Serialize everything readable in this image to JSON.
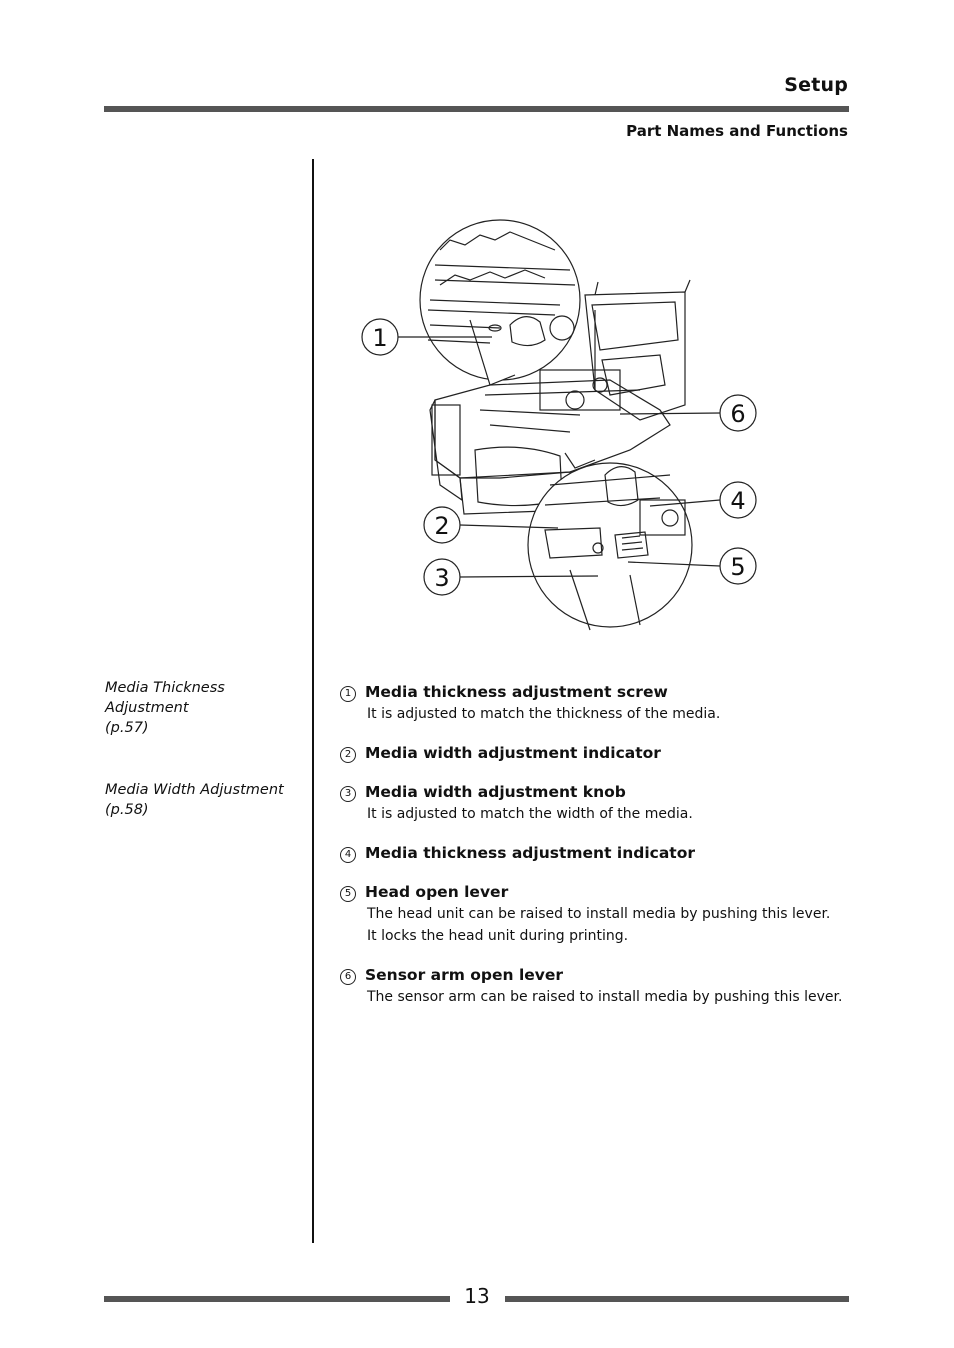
{
  "header": {
    "title": "Setup",
    "subtitle": "Part Names and Functions"
  },
  "figure": {
    "callouts": [
      "1",
      "2",
      "3",
      "4",
      "5",
      "6"
    ]
  },
  "side_refs": [
    {
      "line1": "Media Thickness Adjustment",
      "line2": "(p.57)"
    },
    {
      "line1": "Media Width Adjustment",
      "line2": "(p.58)"
    }
  ],
  "items": [
    {
      "num": "1",
      "title": "Media thickness adjustment screw",
      "desc": [
        "It is adjusted to match the thickness of the media."
      ]
    },
    {
      "num": "2",
      "title": "Media width adjustment indicator",
      "desc": []
    },
    {
      "num": "3",
      "title": "Media width adjustment knob",
      "desc": [
        "It is adjusted to match the width of the media."
      ]
    },
    {
      "num": "4",
      "title": "Media thickness adjustment indicator",
      "desc": []
    },
    {
      "num": "5",
      "title": "Head open lever",
      "desc": [
        "The head unit can be raised to install media by pushing this lever.",
        "It locks the head unit during printing."
      ]
    },
    {
      "num": "6",
      "title": "Sensor arm open lever",
      "desc": [
        "The sensor arm can be raised to install media by pushing this lever."
      ]
    }
  ],
  "footer": {
    "page_number": "13"
  }
}
